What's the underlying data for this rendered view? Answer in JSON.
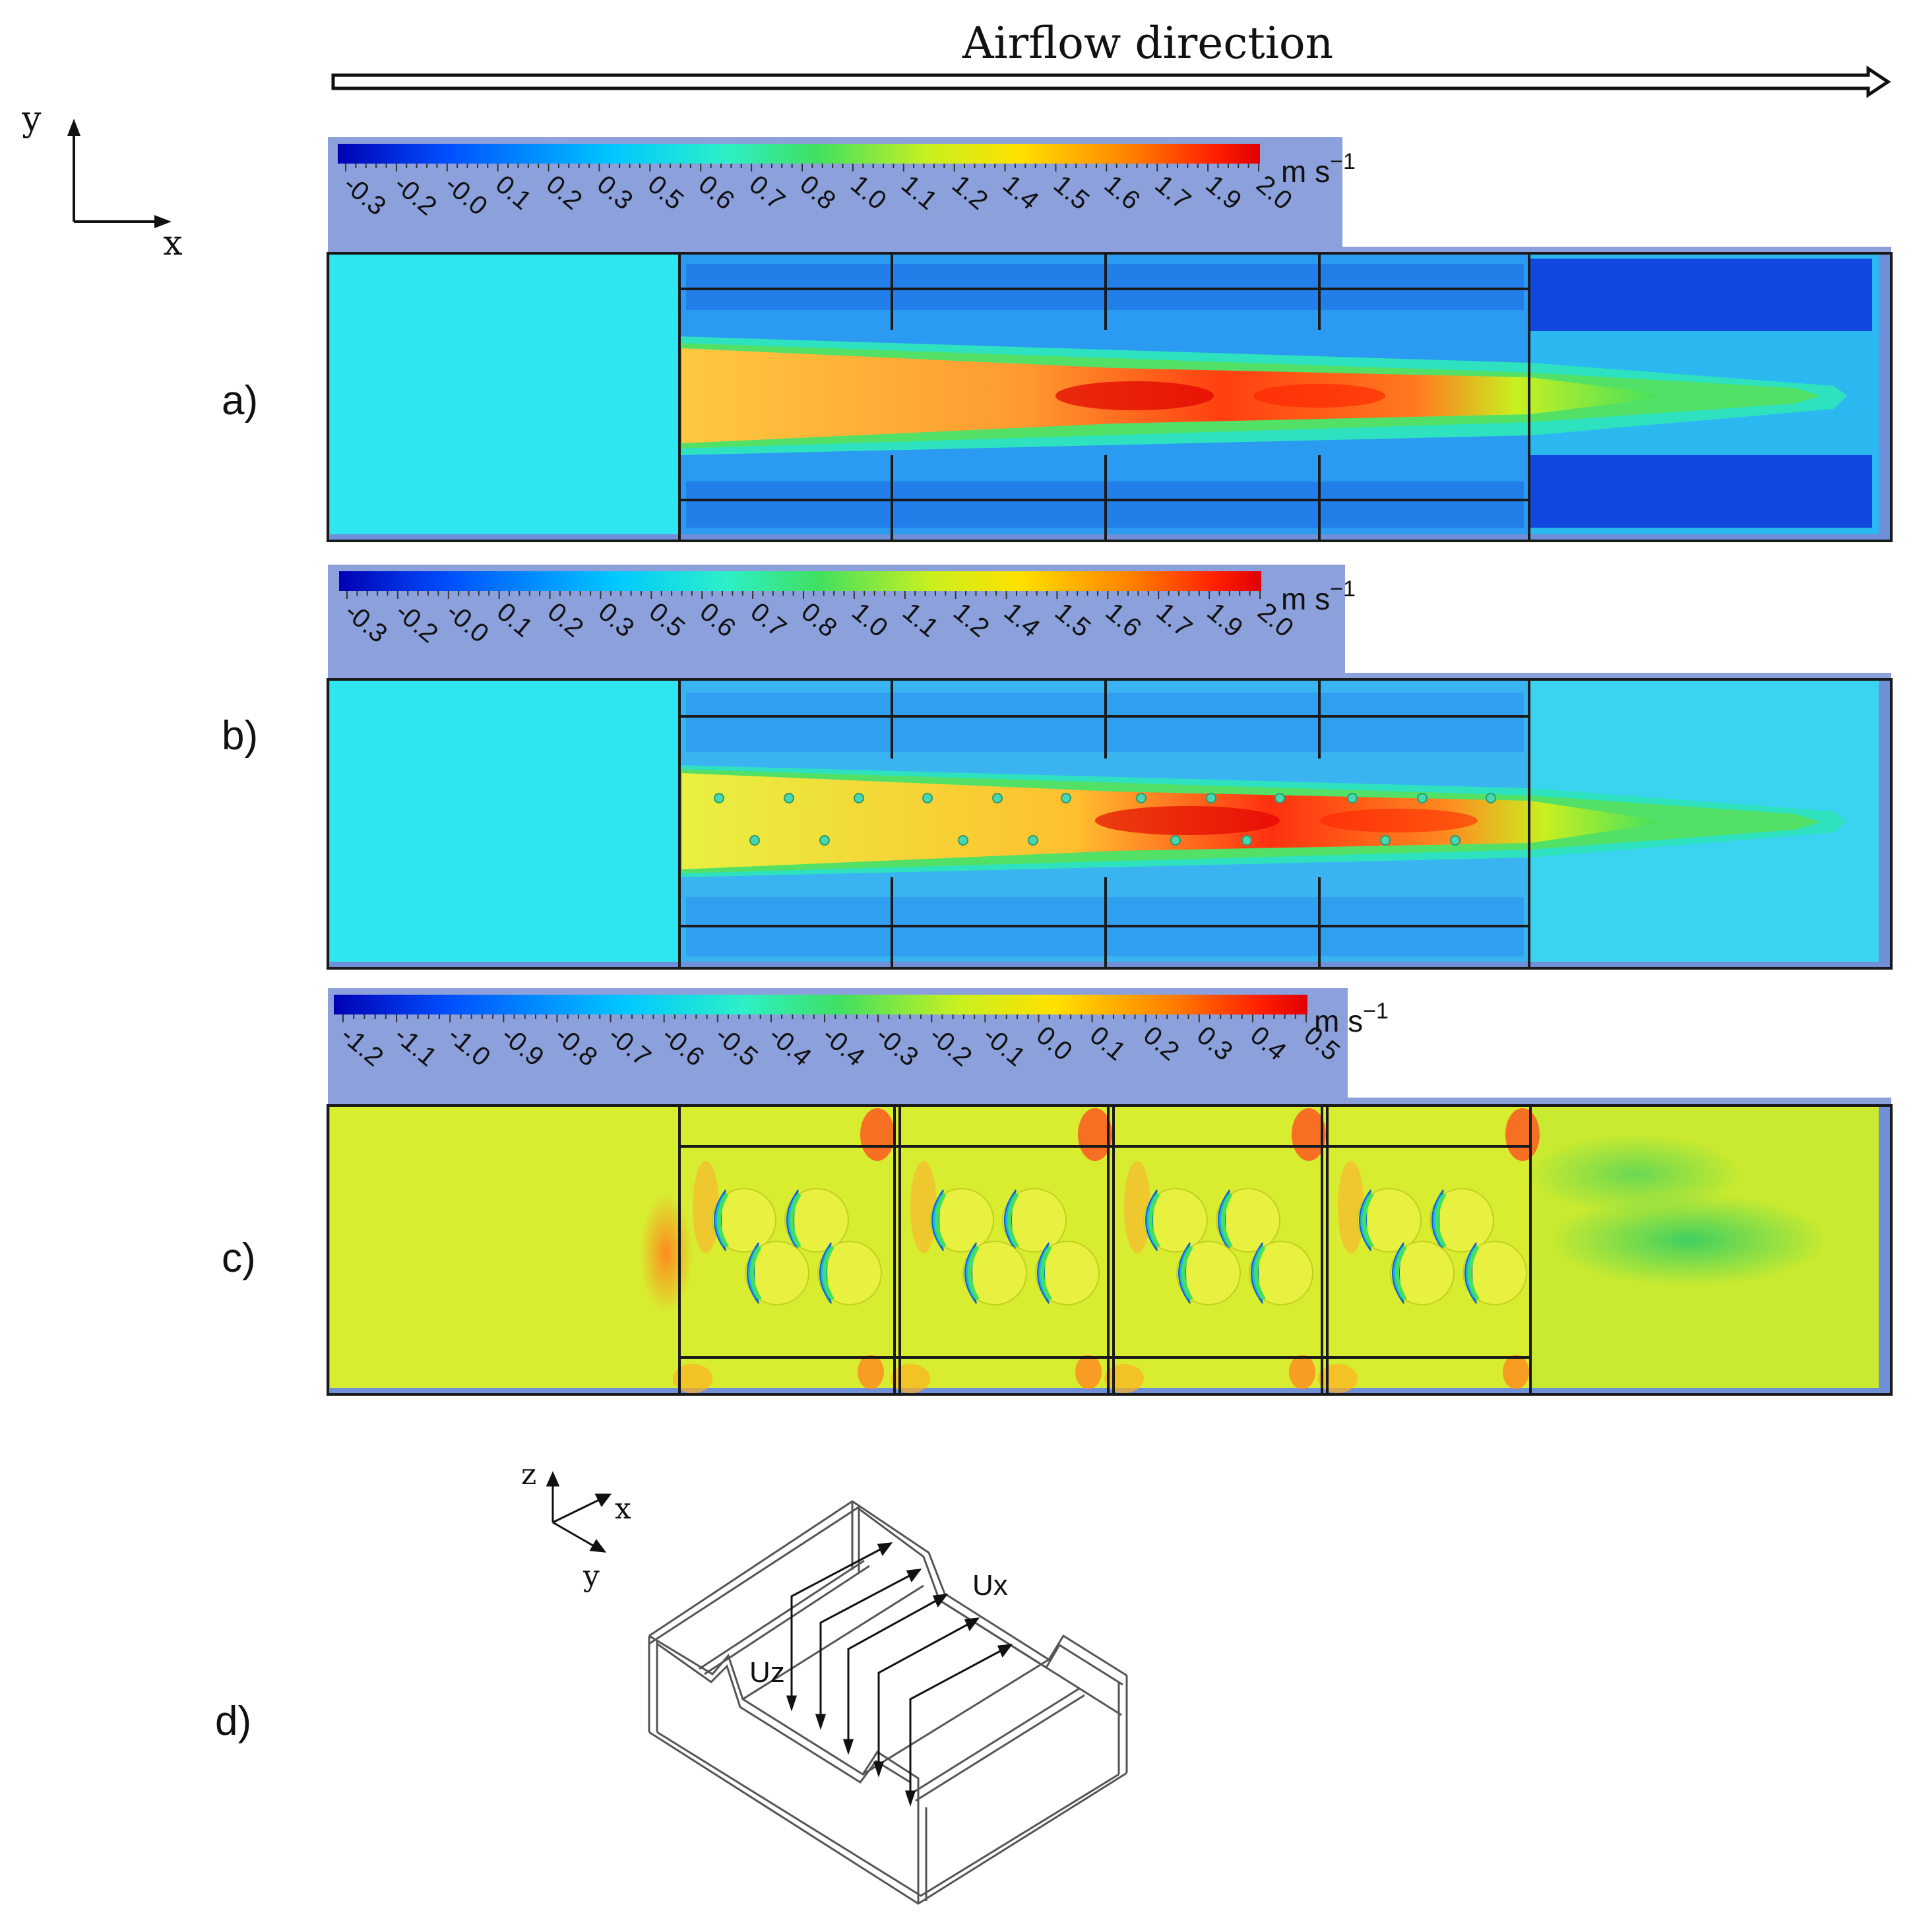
{
  "header": {
    "airflow_label": "Airflow direction"
  },
  "axes_xy": {
    "y": "y",
    "x": "x"
  },
  "axes_xyz": {
    "z": "z",
    "x": "x",
    "y": "y"
  },
  "panels": [
    {
      "label": "a)",
      "unit_main": "m s",
      "unit_exp": "−1",
      "ticks": [
        "-0.3",
        "-0.2",
        "-0.0",
        "0.1",
        "0.2",
        "0.3",
        "0.5",
        "0.6",
        "0.7",
        "0.8",
        "1.0",
        "1.1",
        "1.2",
        "1.4",
        "1.5",
        "1.6",
        "1.7",
        "1.9",
        "2.0"
      ]
    },
    {
      "label": "b)",
      "unit_main": "m s",
      "unit_exp": "−1",
      "ticks": [
        "-0.3",
        "-0.2",
        "-0.0",
        "0.1",
        "0.2",
        "0.3",
        "0.5",
        "0.6",
        "0.7",
        "0.8",
        "1.0",
        "1.1",
        "1.2",
        "1.4",
        "1.5",
        "1.6",
        "1.7",
        "1.9",
        "2.0"
      ]
    },
    {
      "label": "c)",
      "unit_main": "m s",
      "unit_exp": "−1",
      "ticks": [
        "-1.2",
        "-1.1",
        "-1.0",
        "-0.9",
        "-0.8",
        "-0.7",
        "-0.6",
        "-0.5",
        "-0.4",
        "-0.4",
        "-0.3",
        "-0.2",
        "-0.1",
        "0.0",
        "0.1",
        "0.2",
        "0.3",
        "0.4",
        "0.5"
      ]
    }
  ],
  "panel_d": {
    "label": "d)",
    "ux_label": "Ux",
    "uz_label": "Uz"
  },
  "colormap": [
    "#0000b4",
    "#0050ff",
    "#00c8ff",
    "#2cf0c8",
    "#40e060",
    "#c8f020",
    "#ffe000",
    "#ff8000",
    "#ff2000",
    "#e00000"
  ]
}
